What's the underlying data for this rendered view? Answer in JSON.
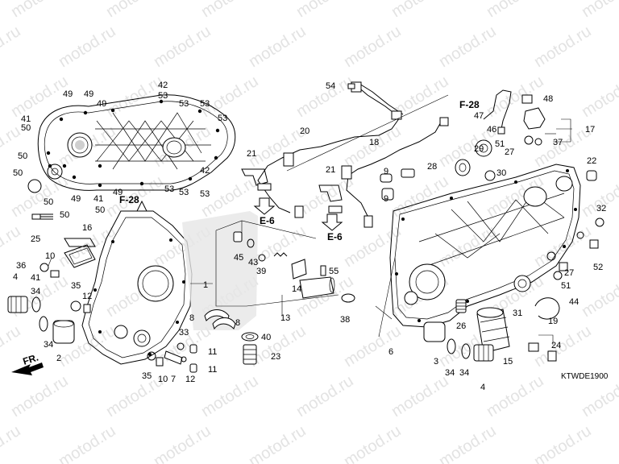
{
  "watermark": {
    "text": "motod.ru",
    "color": "#e3e3e3"
  },
  "diagram": {
    "code": "KTWDE1900",
    "refs": {
      "f28_left": "F-28",
      "f28_right": "F-28",
      "e6_left": "E-6",
      "e6_right": "E-6",
      "fr": "FR."
    },
    "labels": [
      "41",
      "50",
      "49",
      "49",
      "49",
      "42",
      "53",
      "53",
      "53",
      "53",
      "50",
      "50",
      "50",
      "50",
      "49",
      "41",
      "50",
      "49",
      "53",
      "42",
      "53",
      "53",
      "54",
      "20",
      "21",
      "18",
      "21",
      "9",
      "9",
      "29",
      "28",
      "30",
      "47",
      "46",
      "48",
      "17",
      "51",
      "27",
      "37",
      "22",
      "16",
      "10",
      "36",
      "41",
      "4",
      "34",
      "35",
      "12",
      "34",
      "2",
      "25",
      "1",
      "45",
      "43",
      "39",
      "14",
      "55",
      "8",
      "8",
      "13",
      "33",
      "11",
      "7",
      "11",
      "10",
      "12",
      "35",
      "40",
      "23",
      "38",
      "6",
      "3",
      "34",
      "34",
      "15",
      "4",
      "26",
      "31",
      "44",
      "19",
      "24",
      "27",
      "51",
      "32",
      "52"
    ]
  }
}
